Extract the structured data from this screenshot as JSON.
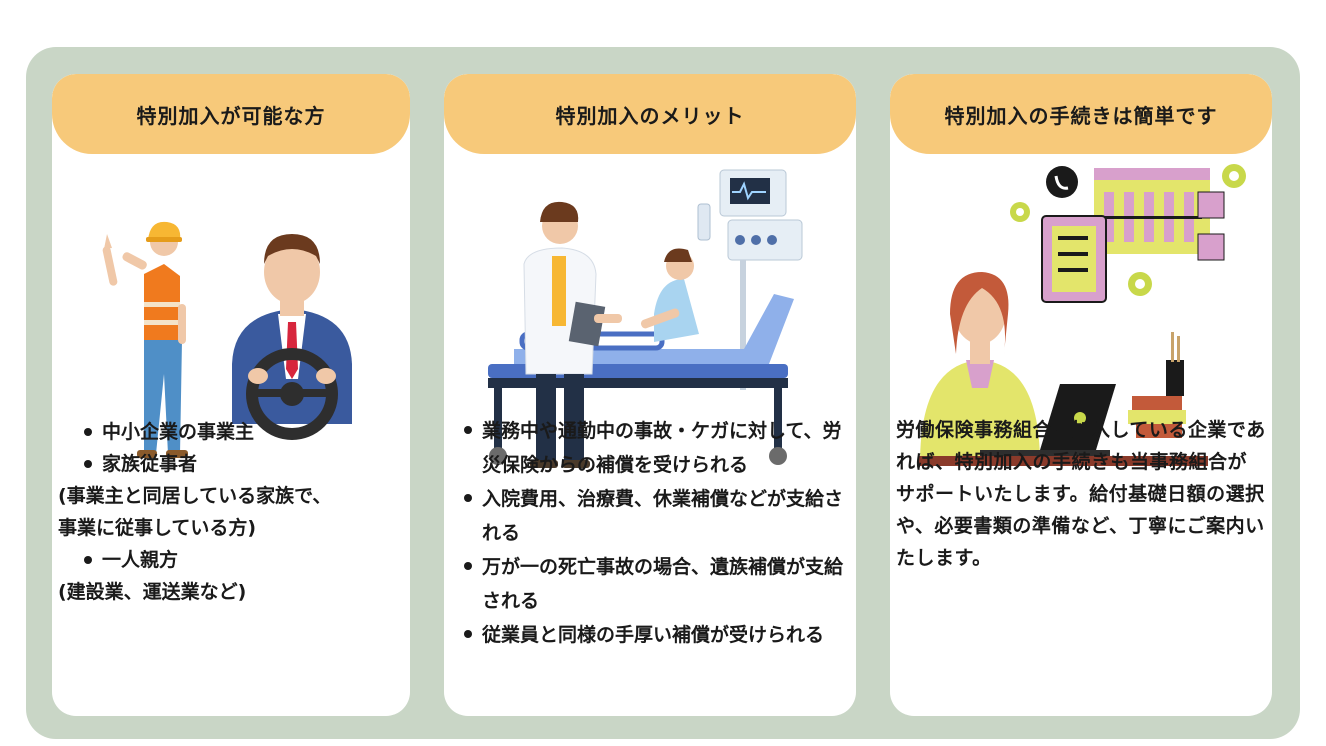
{
  "cards": [
    {
      "title": "特別加入が可能な方",
      "illustration": "worker-and-driver-illustration",
      "lines": [
        {
          "kind": "bullet",
          "text": "中小企業の事業主"
        },
        {
          "kind": "bullet",
          "text": "家族従事者"
        },
        {
          "kind": "note",
          "text": "(事業主と同居している家族で、"
        },
        {
          "kind": "note",
          "text": "事業に従事している方)"
        },
        {
          "kind": "bullet",
          "text": "一人親方"
        },
        {
          "kind": "note",
          "text": "(建設業、運送業など)"
        }
      ]
    },
    {
      "title": "特別加入のメリット",
      "illustration": "doctor-and-hospital-bed-illustration",
      "bullets": [
        "業務中や通勤中の事故・ケガに対して、労災保険からの補償を受けられる",
        "入院費用、治療費、休業補償などが支給される",
        "万が一の死亡事故の場合、遺族補償が支給される",
        "従業員と同様の手厚い補償が受けられる"
      ]
    },
    {
      "title": "特別加入の手続きは簡単です",
      "illustration": "office-support-illustration",
      "text": "労働保険事務組合に加入している企業であれば、特別加入の手続きも当事務組合がサポートいたします。給付基礎日額の選択や、必要書類の準備など、丁寧にご案内いたします。"
    }
  ],
  "colors": {
    "panel_bg": "#c9d6c6",
    "header_bg": "#f7c97a",
    "card_bg": "#ffffff"
  }
}
